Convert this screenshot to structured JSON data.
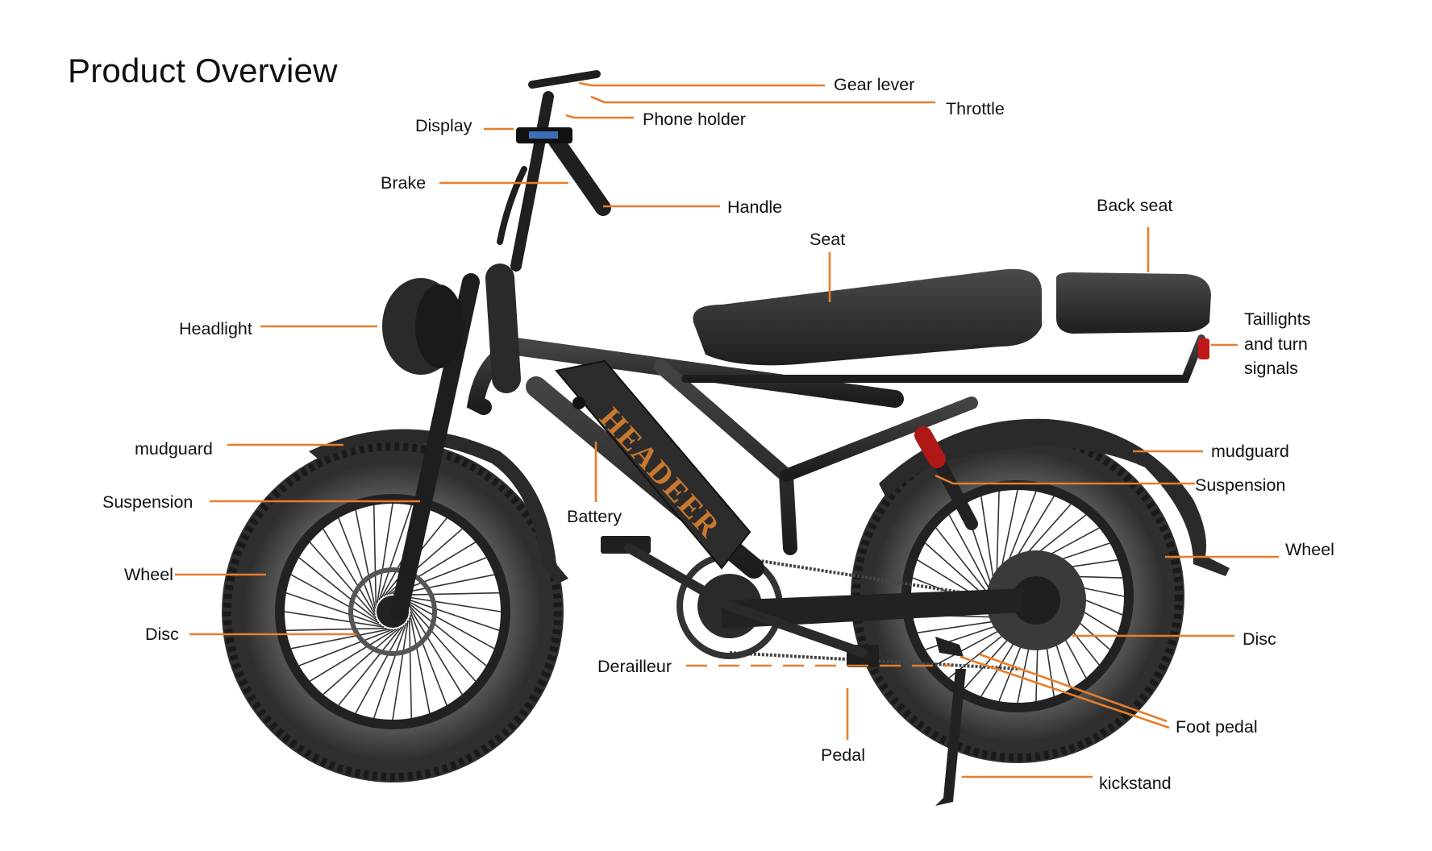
{
  "title": "Product Overview",
  "brand_text": "HEADEER",
  "colors": {
    "leader": "#e87d2b",
    "frame": "#2b2b2b",
    "tire": "#3a3a3a",
    "brand": "#c9782e",
    "shock": "#b01818"
  },
  "labels": {
    "gear_lever": "Gear lever",
    "throttle": "Throttle",
    "phone_holder": "Phone holder",
    "display": "Display",
    "brake": "Brake",
    "handle": "Handle",
    "back_seat": "Back seat",
    "seat": "Seat",
    "headlight": "Headlight",
    "taillights": "Taillights\nand turn\nsignals",
    "mudguard_front": "mudguard",
    "mudguard_rear": "mudguard",
    "suspension_front": "Suspension",
    "suspension_rear": "Suspension",
    "battery": "Battery",
    "wheel_front": "Wheel",
    "wheel_rear": "Wheel",
    "disc_front": "Disc",
    "disc_rear": "Disc",
    "derailleur": "Derailleur",
    "foot_pedal": "Foot pedal",
    "pedal": "Pedal",
    "kickstand": "kickstand"
  }
}
